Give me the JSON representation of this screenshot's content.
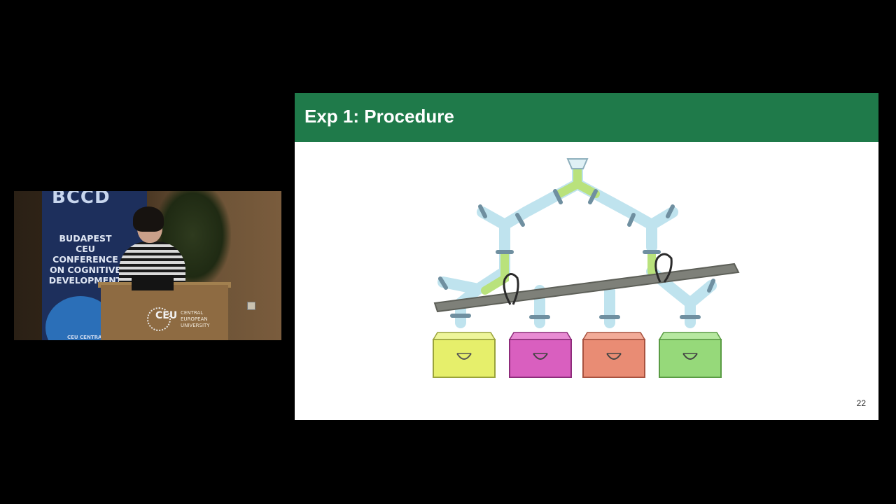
{
  "video": {
    "banner_logo": "BCCD",
    "banner_text": "BUDAPEST\nCEU\nCONFERENCE\nON COGNITIVE\nDEVELOPMENT",
    "banner_foot": "CEU CENTRAL",
    "podium_logo": "CEU",
    "podium_sub": "CENTRAL\nEUROPEAN\nUNIVERSITY"
  },
  "slide": {
    "title": "Exp 1: Procedure",
    "page_number": "22",
    "header_color": "#1f7a4a",
    "box_colors": [
      "#e6ef6b",
      "#d95fbf",
      "#e98c74",
      "#96d97a"
    ]
  }
}
